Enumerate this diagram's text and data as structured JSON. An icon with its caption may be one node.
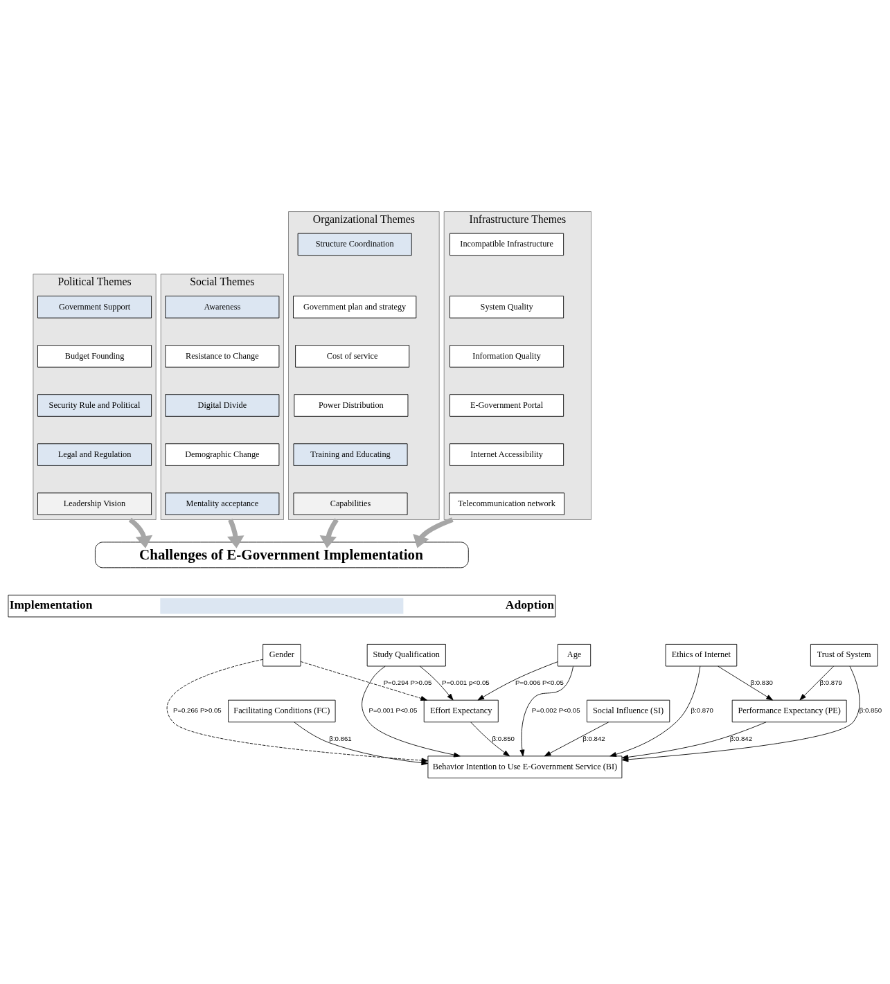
{
  "diagram": {
    "nodes": [
      {
        "text": [
          "Political Themes"
        ]
      },
      {
        "text": [
          "Government Support"
        ],
        "in": 0
      },
      {
        "text": [
          "Budget Founding"
        ],
        "in": 0
      },
      {
        "text": [
          "Security Rule and Political"
        ],
        "in": 0
      },
      {
        "text": [
          "Legal and Regulation"
        ],
        "in": 0
      },
      {
        "text": [
          "Leadership Vision"
        ],
        "in": 0
      },
      {
        "text": [
          "Social Themes"
        ]
      },
      {
        "text": [
          "Awareness"
        ],
        "in": 6
      },
      {
        "text": [
          "Resistance to Change"
        ],
        "in": 6
      },
      {
        "text": [
          "Digital Divide"
        ],
        "in": 6
      },
      {
        "text": [
          "Demographic Change"
        ],
        "in": 6
      },
      {
        "text": [
          "Mentality acceptance"
        ],
        "in": 6
      },
      {
        "text": [
          "Organizational Themes"
        ]
      },
      {
        "text": [
          "Structure Coordination"
        ],
        "in": 12
      },
      {
        "text": [
          "Government plan and strategy"
        ],
        "in": 12
      },
      {
        "text": [
          "Cost of service"
        ],
        "in": 12
      },
      {
        "text": [
          "Power Distribution"
        ],
        "in": 12
      },
      {
        "text": [
          "Training and Educating"
        ],
        "in": 12
      },
      {
        "text": [
          "Capabilities"
        ],
        "in": 12
      },
      {
        "text": [
          "Infrastructure Themes"
        ]
      },
      {
        "text": [
          "Incompatible Infrastructure"
        ],
        "in": 19
      },
      {
        "text": [
          "System Quality"
        ],
        "in": 19
      },
      {
        "text": [
          "Information Quality"
        ],
        "in": 19
      },
      {
        "text": [
          "E-Government Portal"
        ],
        "in": 19
      },
      {
        "text": [
          "Internet Accessibility"
        ],
        "in": 19
      },
      {
        "text": [
          "Telecommunication network"
        ],
        "in": 19
      },
      {
        "text": [
          "Challenges of E-Government Implementation"
        ]
      },
      {
        "text": [
          "Implementation",
          "Adoption"
        ]
      },
      {
        "text": [
          "Study Qualification"
        ]
      },
      {
        "text": [
          "Behavior Intention to Use E-Government Service (BI)"
        ]
      },
      {
        "text": [
          "Ethics of Internet"
        ]
      },
      {
        "text": [
          "Gender"
        ]
      },
      {
        "text": [
          "Trust of System"
        ]
      },
      {
        "text": [
          "Age"
        ]
      },
      {
        "text": [
          "Effort Expectancy"
        ]
      },
      {
        "text": [
          "Social Influence (SI)"
        ]
      },
      {
        "text": [
          "Facilitating Conditions (FC)"
        ]
      },
      {
        "text": [
          "Performance Expectancy (PE)"
        ]
      }
    ],
    "edges": [
      {
        "from": 0,
        "to": 26,
        "arrow": "to",
        "style": "thick",
        "color": "#a6a6a6"
      },
      {
        "from": 6,
        "to": 26,
        "arrow": "to",
        "style": "thick",
        "color": "#a6a6a6"
      },
      {
        "from": 12,
        "to": 26,
        "arrow": "to",
        "style": "thick",
        "color": "#a6a6a6"
      },
      {
        "from": 19,
        "to": 26,
        "arrow": "to",
        "style": "thick",
        "color": "#a6a6a6"
      },
      {
        "from": 28,
        "to": 29,
        "arrow": "to",
        "label": "P=0.001 P<0.05"
      },
      {
        "from": 28,
        "to": 34,
        "arrow": "to",
        "label": "P=0.001 p<0.05"
      },
      {
        "from": 31,
        "to": 29,
        "arrow": "to",
        "style": "dashed",
        "label": "P=0.266 P>0.05"
      },
      {
        "from": 31,
        "to": 34,
        "arrow": "to",
        "style": "dashed",
        "label": "P=0.294 P>0.05"
      },
      {
        "from": 33,
        "to": 29,
        "arrow": "to",
        "label": "P=0.002 P<0.05"
      },
      {
        "from": 33,
        "to": 34,
        "arrow": "to",
        "label": "P=0.006 P<0.05"
      },
      {
        "from": 34,
        "to": 29,
        "arrow": "to",
        "label": "β:0.850"
      },
      {
        "from": 35,
        "to": 29,
        "arrow": "to",
        "label": "β:0.842"
      },
      {
        "from": 36,
        "to": 29,
        "arrow": "to",
        "label": "β:0.861"
      },
      {
        "from": 37,
        "to": 29,
        "arrow": "to",
        "label": "β:0.842"
      },
      {
        "from": 30,
        "to": 29,
        "arrow": "to",
        "label": "β:0.870"
      },
      {
        "from": 30,
        "to": 37,
        "arrow": "to",
        "label": "β:0.830"
      },
      {
        "from": 32,
        "to": 29,
        "arrow": "to",
        "label": "β:0.850"
      },
      {
        "from": 32,
        "to": 37,
        "arrow": "to",
        "label": "β:0.879"
      }
    ]
  }
}
